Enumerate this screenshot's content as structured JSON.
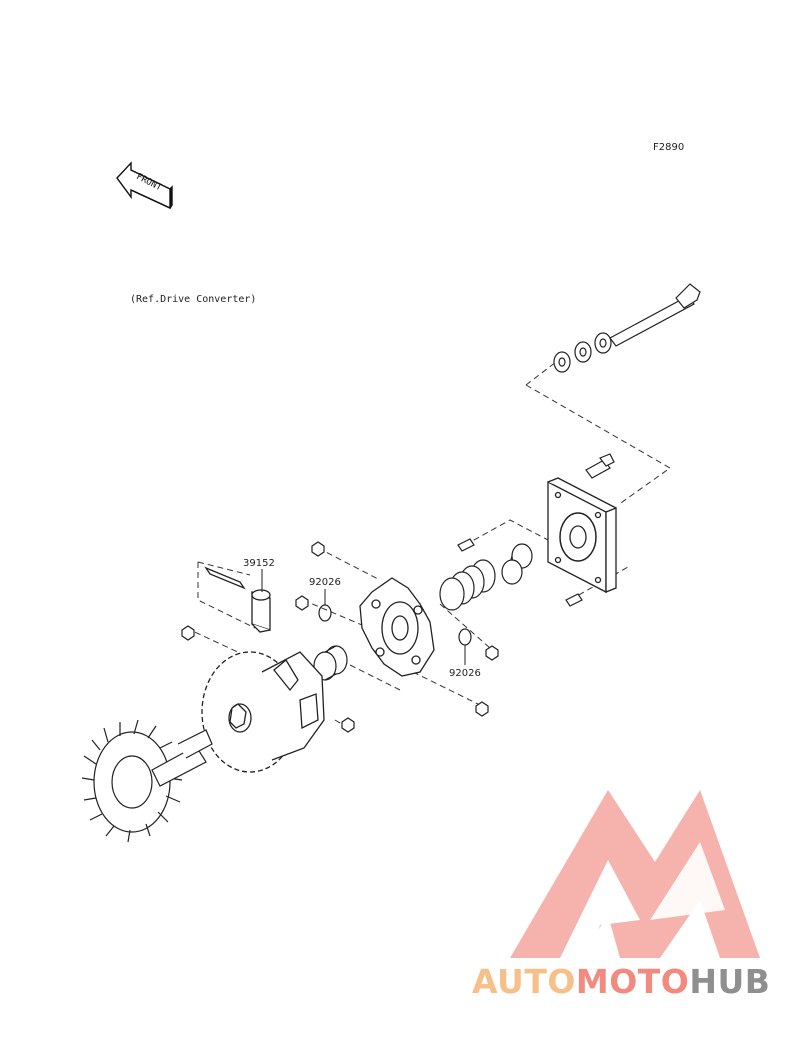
{
  "diagram": {
    "figure_code": "F2890",
    "reference_note": "(Ref.Drive Converter)",
    "front_arrow_label": "FRONT",
    "part_labels": {
      "p39152": "39152",
      "p92026_upper": "92026",
      "p92026_lower": "92026"
    }
  },
  "watermark": {
    "brand_auto": "AUTO",
    "brand_moto": "MOTO",
    "brand_hub": "HUB",
    "colors": {
      "auto": "#f6c08a",
      "moto": "#f28a80",
      "hub": "#8f8f8f",
      "logo": "#f28a80"
    }
  }
}
